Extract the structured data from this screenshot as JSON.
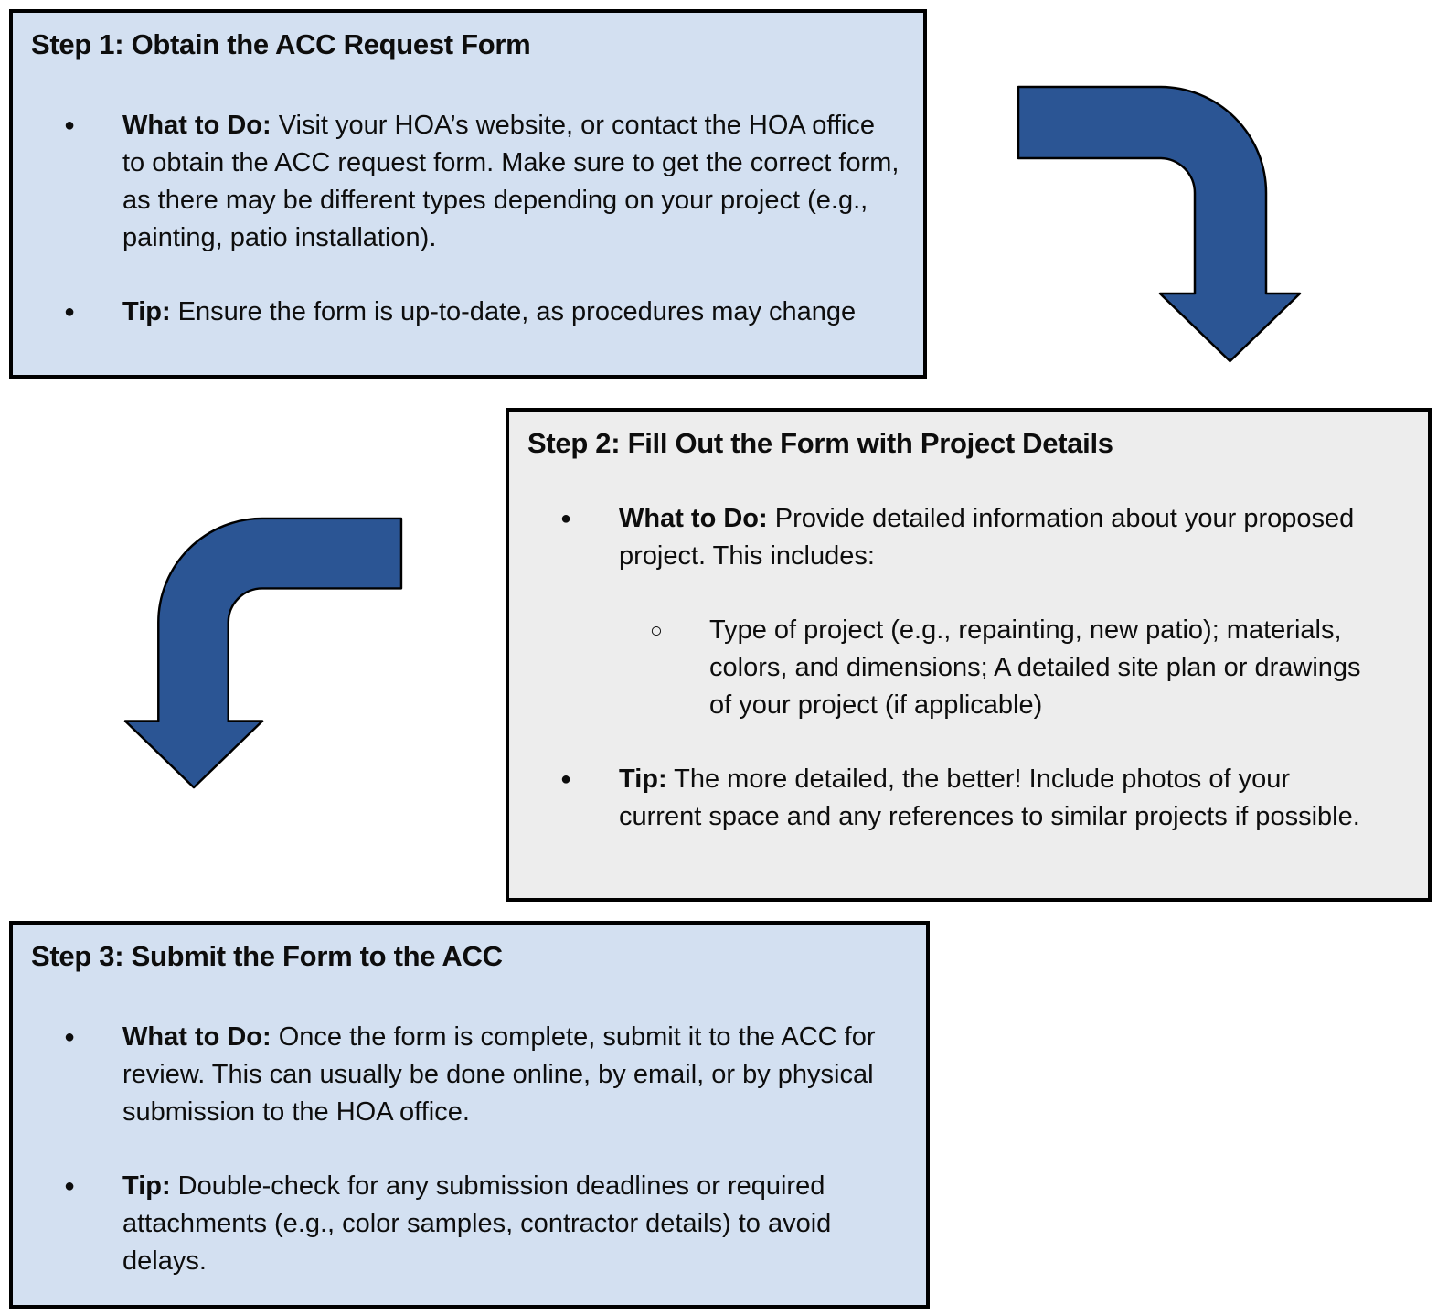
{
  "steps": [
    {
      "title": "Step 1: Obtain the ACC Request Form",
      "bullets": [
        {
          "lead": "What to Do:",
          "text": " Visit your HOA’s website, or contact the HOA office to obtain the ACC request form. Make sure to get the correct form, as there may be different types depending on your project (e.g., painting, patio installation)."
        },
        {
          "lead": "Tip:",
          "text": " Ensure the form is up-to-date, as procedures may change"
        }
      ]
    },
    {
      "title": "Step 2: Fill Out the Form with Project Details",
      "bullets": [
        {
          "lead": "What to Do:",
          "text": " Provide detailed information about your proposed project. This includes:"
        },
        {
          "lead": "",
          "text": "Type of project (e.g., repainting, new patio); materials, colors, and dimensions; A detailed site plan or drawings of your project (if applicable)"
        },
        {
          "lead": "Tip:",
          "text": " The more detailed, the better! Include photos of your current space and any references to similar projects if possible."
        }
      ]
    },
    {
      "title": "Step 3: Submit the Form to the ACC",
      "bullets": [
        {
          "lead": "What to Do:",
          "text": " Once the form is complete, submit it to the ACC for review. This can usually be done online, by email, or by physical submission to the HOA office."
        },
        {
          "lead": "Tip:",
          "text": " Double-check for any submission deadlines or required attachments (e.g., color samples, contractor details) to avoid delays."
        }
      ]
    }
  ],
  "bullet_glyphs": {
    "level1": "●",
    "level2": "○"
  },
  "colors": {
    "box_blue_bg": "#d3e0f1",
    "box_gray_bg": "#ededed",
    "arrow_fill": "#2b5594",
    "outline": "#000000"
  }
}
